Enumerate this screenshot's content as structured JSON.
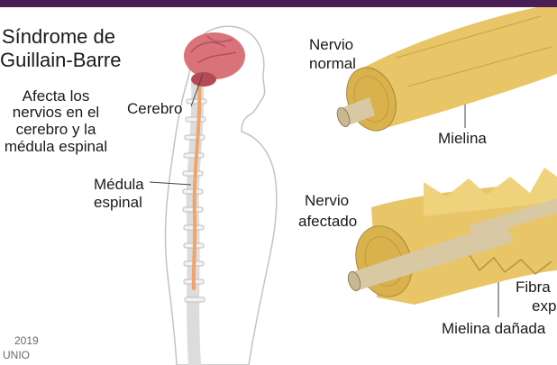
{
  "title_line1": "Síndrome de",
  "title_line2": "Guillain-Barre",
  "description": [
    "Afecta los",
    "nervios en el",
    "cerebro y la",
    "médula espinal"
  ],
  "labels": {
    "cerebro": "Cerebro",
    "medula_line1": "Médula",
    "medula_line2": "espinal",
    "nervio_normal_line1": "Nervio",
    "nervio_normal_line2": "normal",
    "mielina": "Mielina",
    "nervio_afectado_line1": "Nervio",
    "nervio_afectado_line2": "afectado",
    "fibra_line1": "Fibra",
    "fibra_line2": "exp",
    "mielina_danada": "Mielina dañada"
  },
  "copyright_line1": "2019",
  "copyright_line2": "UNIO",
  "colors": {
    "topbar": "#4a1e55",
    "body_outline": "#b8b8b8",
    "brain": "#d9737a",
    "spine": "#f0a46a",
    "myelin": "#e8c567",
    "axon": "#d8c9a4"
  }
}
